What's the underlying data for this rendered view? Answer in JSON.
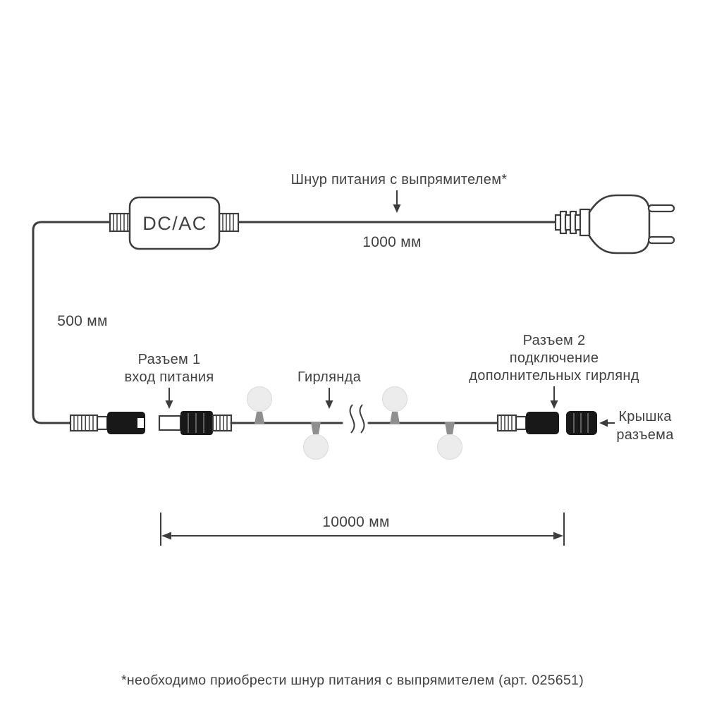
{
  "diagram": {
    "power_cord_label": "Шнур питания с выпрямителем*",
    "power_cord_length": "1000 мм",
    "adapter_label": "DC/AC",
    "drop_length": "500 мм",
    "connector1": {
      "line1": "Разъем 1",
      "line2": "вход питания"
    },
    "garland_label": "Гирлянда",
    "connector2": {
      "line1": "Разъем 2",
      "line2": "подключение",
      "line3": "дополнительных гирлянд"
    },
    "cap": {
      "line1": "Крышка",
      "line2": "разъема"
    },
    "garland_length": "10000 мм",
    "footnote": "*необходимо приобрести шнур питания с выпрямителем (арт. 025651)",
    "colors": {
      "line": "#3d3d3d",
      "text": "#414141",
      "bulb_fill": "#ececec",
      "holder_fill": "#8f8f8f",
      "connector_black": "#181818"
    }
  }
}
